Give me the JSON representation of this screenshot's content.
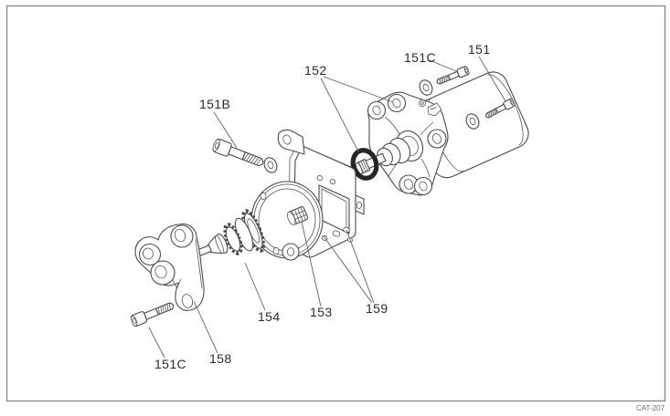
{
  "figure": {
    "frame_code": "CAT-207",
    "colors": {
      "line": "#4a4a4a",
      "background": "#ffffff",
      "frame_border": "#8c8c8c",
      "o_ring": "#262626",
      "label_text": "#2b2b2b"
    },
    "callouts": {
      "c151b": "151B",
      "c152": "152",
      "c151c_top": "151C",
      "c151": "151",
      "c154": "154",
      "c153": "153",
      "c159": "159",
      "c158": "158",
      "c151c_bottom": "151C"
    }
  }
}
